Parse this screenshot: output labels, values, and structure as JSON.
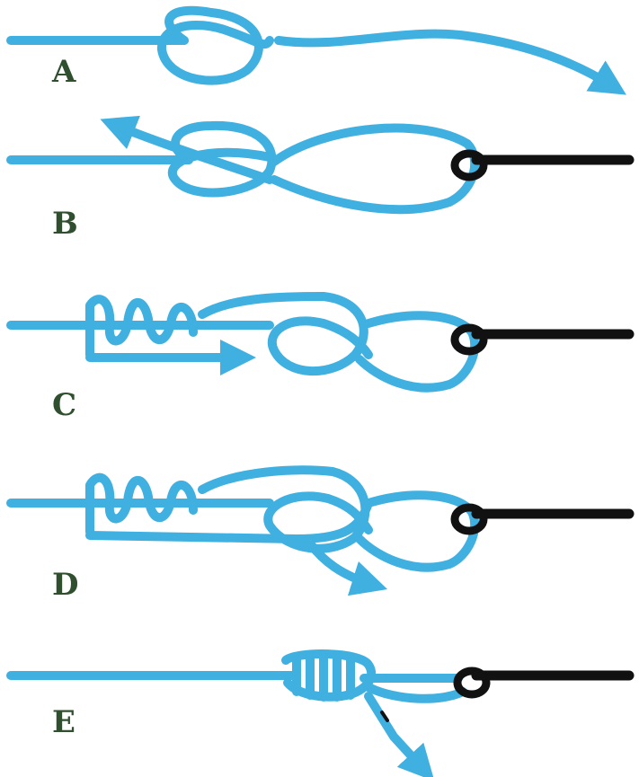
{
  "figure": {
    "steps": [
      {
        "id": "a",
        "label": "A"
      },
      {
        "id": "b",
        "label": "B"
      },
      {
        "id": "c",
        "label": "C"
      },
      {
        "id": "d",
        "label": "D"
      },
      {
        "id": "e",
        "label": "E"
      }
    ]
  },
  "colors": {
    "line": "#3fb0e0",
    "leader": "#111111",
    "label": "#2f4f2f",
    "background": "#ffffff"
  }
}
